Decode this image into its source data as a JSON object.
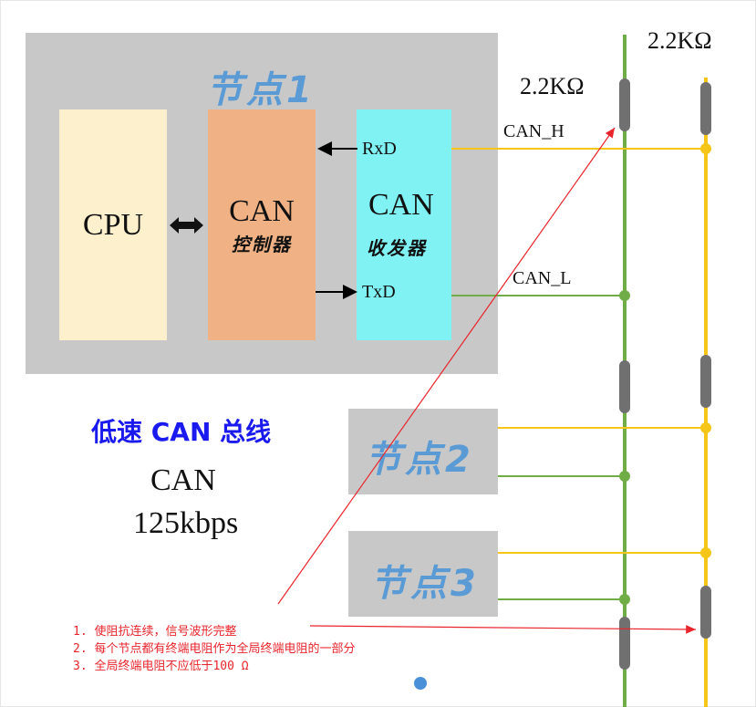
{
  "node1": {
    "title": "节点1",
    "cpu_label": "CPU",
    "controller_label": "CAN",
    "controller_sub": "控制器",
    "transceiver_label": "CAN",
    "transceiver_sub": "收发器",
    "rxd_label": "RxD",
    "txd_label": "TxD"
  },
  "node2": {
    "title": "节点2"
  },
  "node3": {
    "title": "节点3"
  },
  "bus": {
    "can_h_label": "CAN_H",
    "can_l_label": "CAN_L",
    "resistor_left_label": "2.2KΩ",
    "resistor_right_label": "2.2KΩ"
  },
  "speed": {
    "heading": "低速 CAN 总线",
    "protocol": "CAN",
    "rate": "125kbps"
  },
  "notes": [
    "1. 使阻抗连续，信号波形完整",
    "2. 每个节点都有终端电阻作为全局终端电阻的一部分",
    "3. 全局终端电阻不应低于100 Ω"
  ],
  "colors": {
    "can_h": "#f5c518",
    "can_l": "#70ad47",
    "node_title": "#5b9bd5",
    "cpu": "#fdf0cc",
    "controller": "#f0b184",
    "transceiver": "#80f2f4",
    "resistor": "#707070",
    "annotation": "#e8252c",
    "heading": "#1a1aee"
  }
}
